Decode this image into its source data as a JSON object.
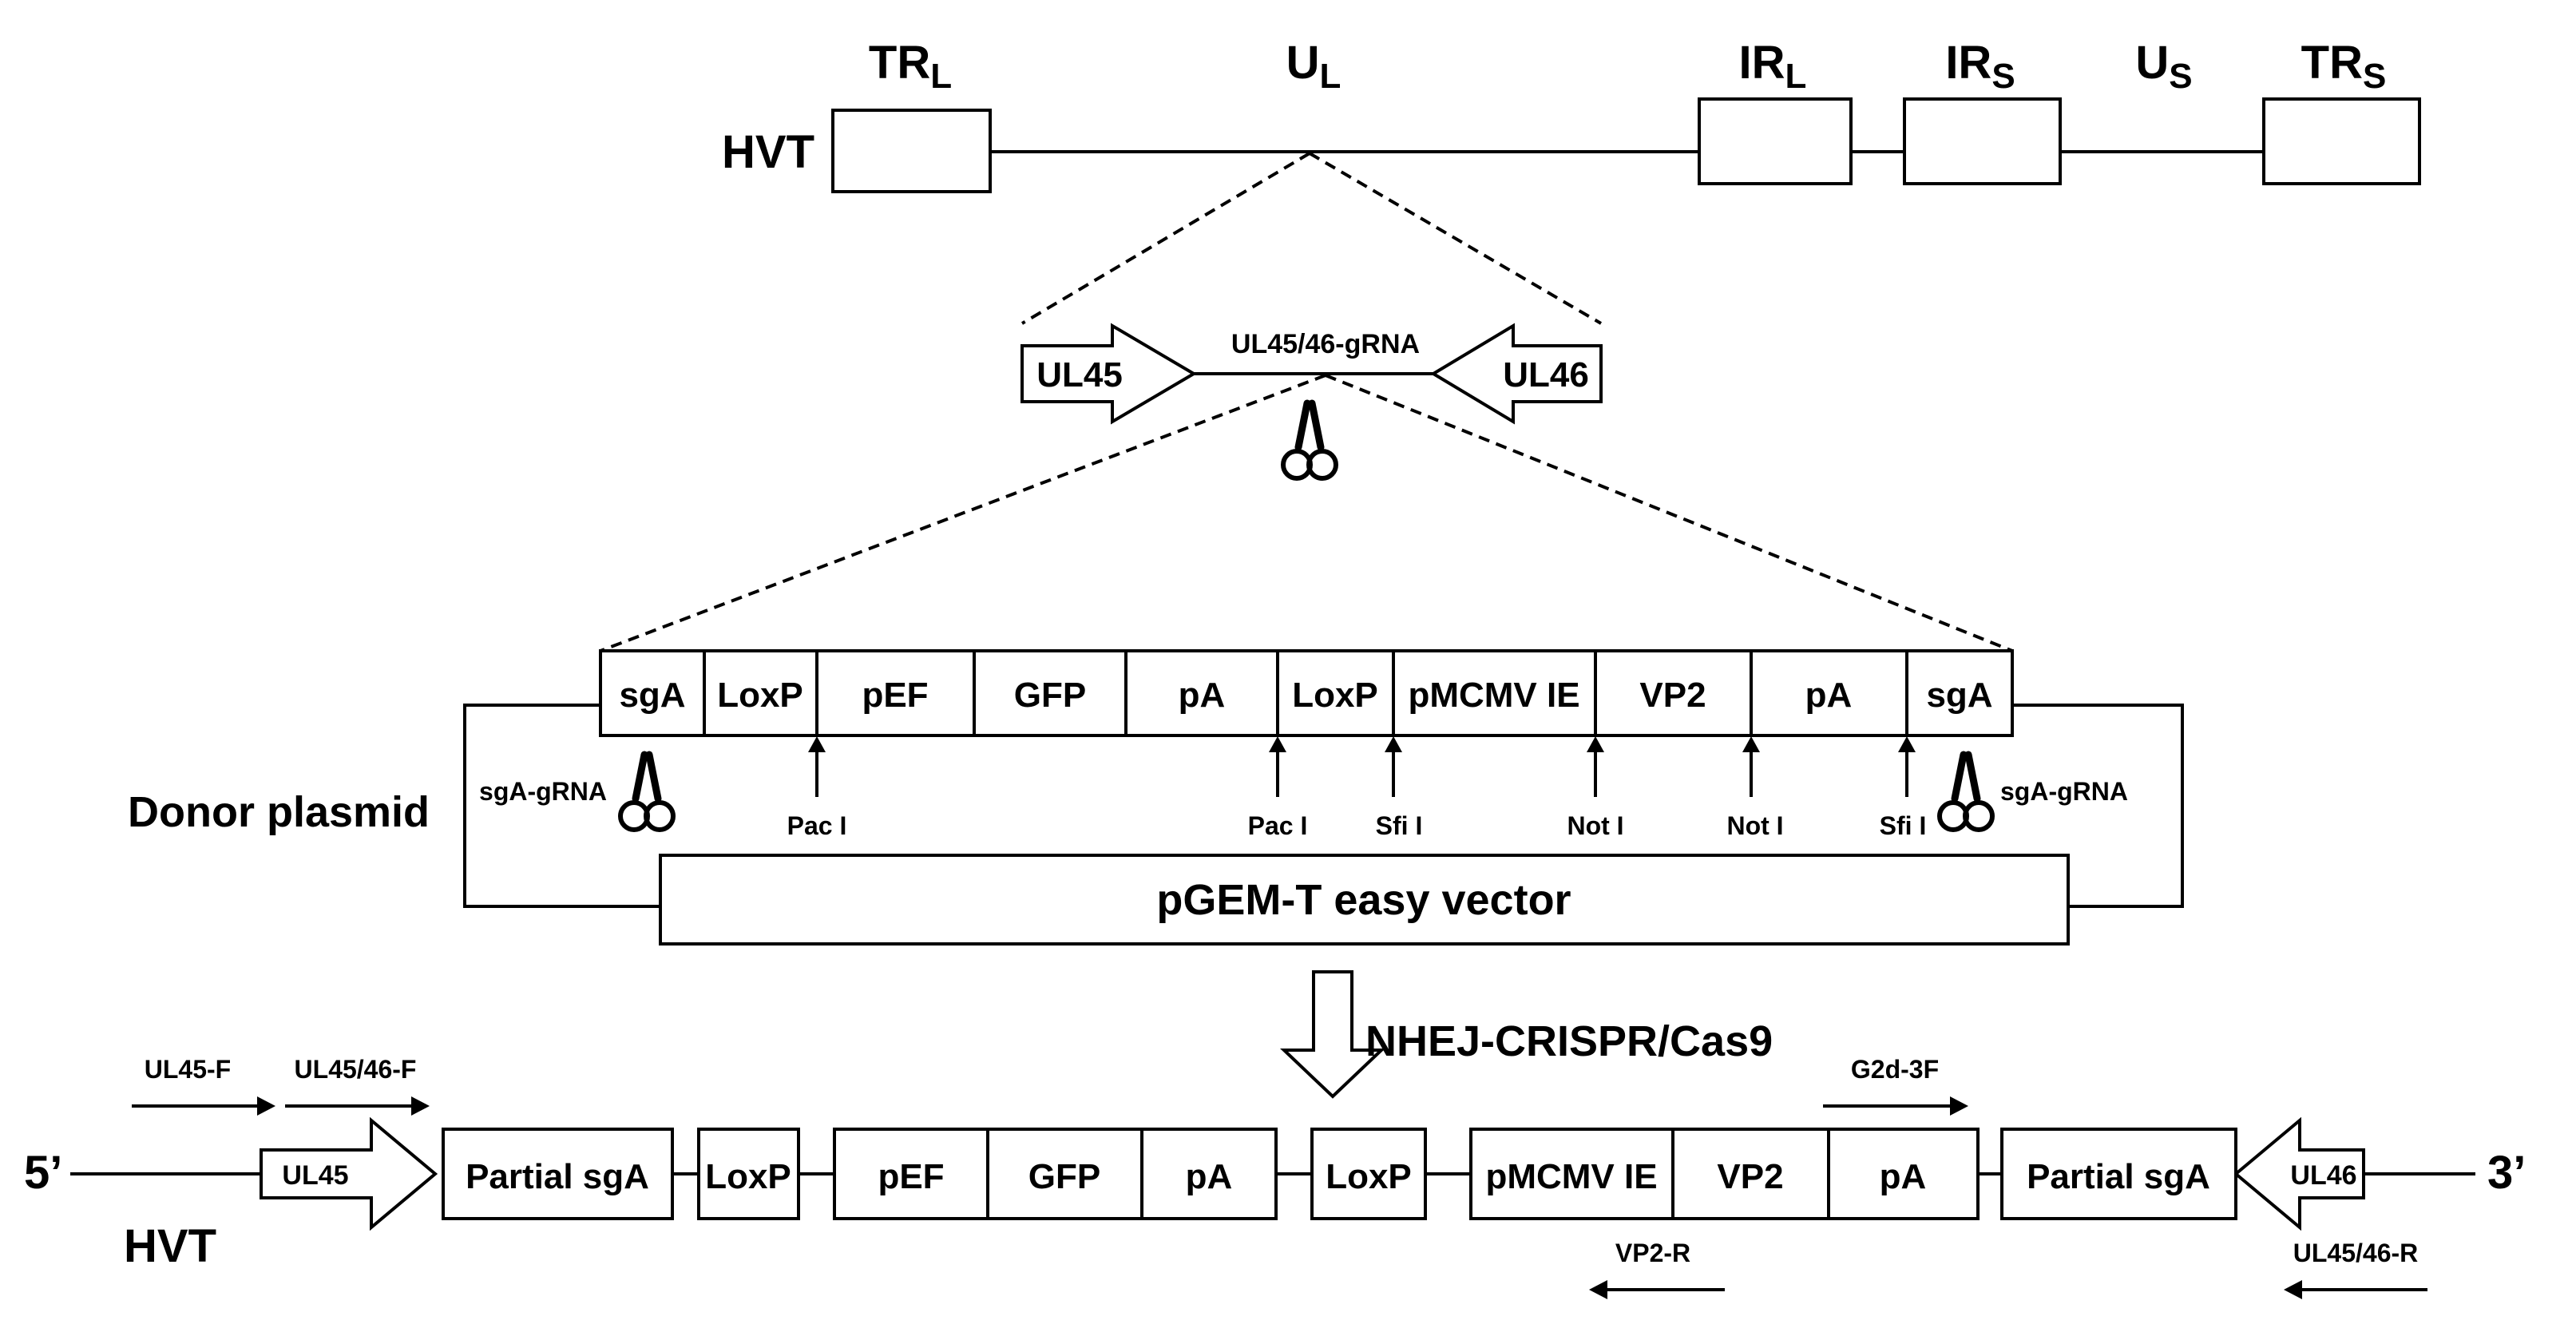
{
  "genome": {
    "virus_label": "HVT",
    "regions": [
      {
        "main": "TR",
        "sub": "L"
      },
      {
        "main": "U",
        "sub": "L"
      },
      {
        "main": "IR",
        "sub": "L"
      },
      {
        "main": "IR",
        "sub": "S"
      },
      {
        "main": "U",
        "sub": "S"
      },
      {
        "main": "TR",
        "sub": "S"
      }
    ]
  },
  "target_site": {
    "left_gene": "UL45",
    "right_gene": "UL46",
    "grna_label": "UL45/46-gRNA"
  },
  "donor": {
    "plasmid_label": "Donor plasmid",
    "vector_label": "pGEM-T easy vector",
    "elements": [
      "sgA",
      "LoxP",
      "pEF",
      "GFP",
      "pA",
      "LoxP",
      "pMCMV IE",
      "VP2",
      "pA",
      "sgA"
    ],
    "left_grna": "sgA-gRNA",
    "right_grna": "sgA-gRNA",
    "restriction_sites": [
      "Pac I",
      "Pac I",
      "Sfi I",
      "Not I",
      "Not I",
      "Sfi I"
    ]
  },
  "process_label": "NHEJ-CRISPR/Cas9",
  "result": {
    "five_prime": "5’",
    "three_prime": "3’",
    "virus_label": "HVT",
    "left_gene": "UL45",
    "right_gene": "UL46",
    "elements": [
      "Partial sgA",
      "LoxP",
      "pEF",
      "GFP",
      "pA",
      "LoxP",
      "pMCMV IE",
      "VP2",
      "pA",
      "Partial sgA"
    ],
    "primers": [
      "UL45-F",
      "UL45/46-F",
      "G2d-3F",
      "VP2-R",
      "UL45/46-R"
    ]
  }
}
